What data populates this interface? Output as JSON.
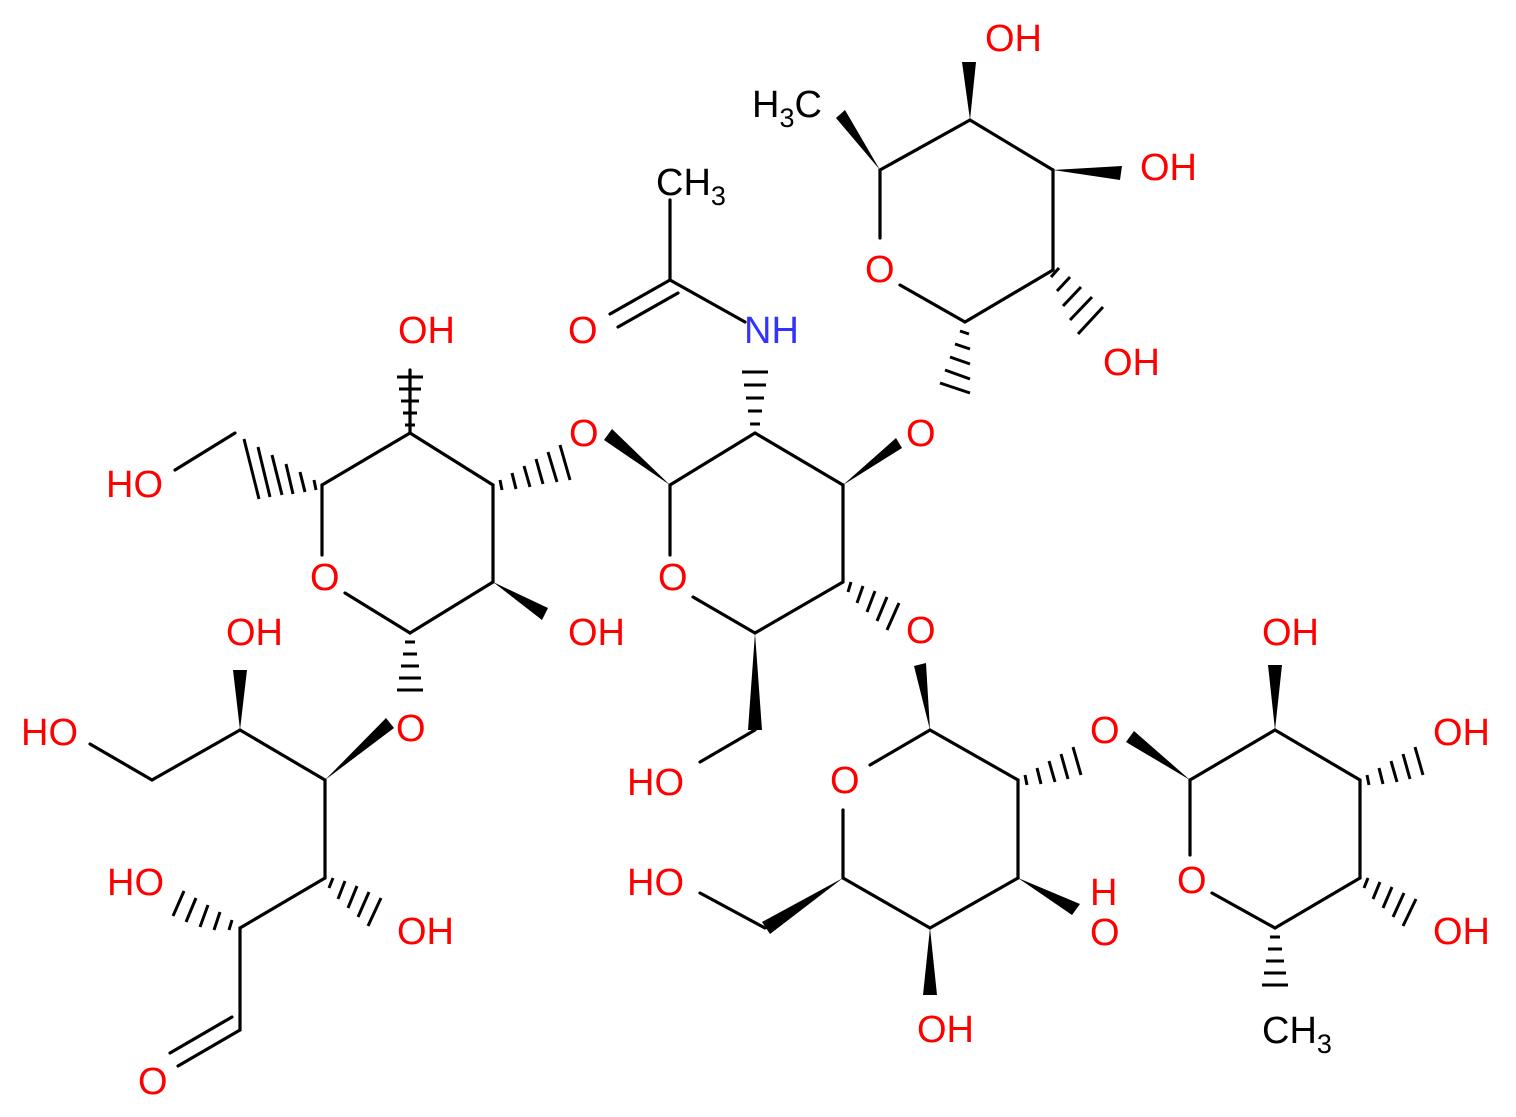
{
  "labels": {
    "oh": "OH",
    "ho": "HO",
    "o": "O",
    "nh": "NH",
    "ch3_prefix": "CH",
    "h3c_h": "H",
    "h3c_c": "C",
    "sub3": "3",
    "h": "H"
  },
  "colors": {
    "oxygen": "#ff0000",
    "nitrogen": "#3333ff",
    "carbon": "#000000"
  }
}
